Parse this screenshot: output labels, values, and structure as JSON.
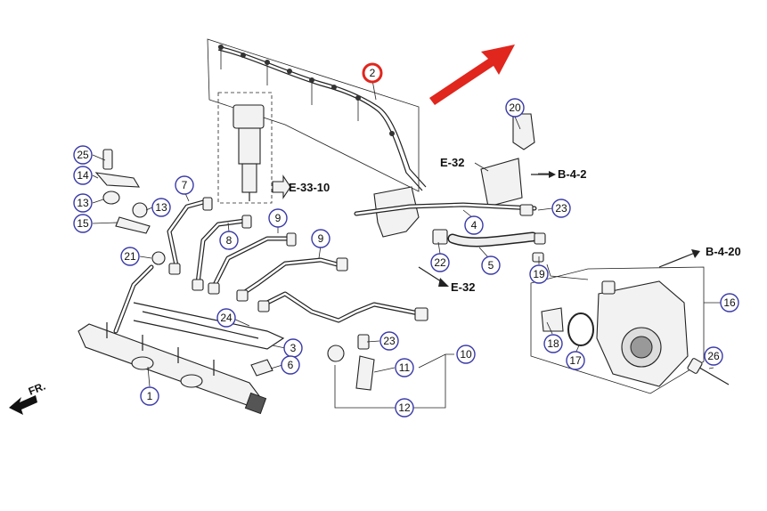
{
  "callouts": {
    "c1": "1",
    "c2": "2",
    "c3": "3",
    "c4": "4",
    "c5": "5",
    "c6": "6",
    "c7": "7",
    "c8": "8",
    "c9a": "9",
    "c9b": "9",
    "c10": "10",
    "c11": "11",
    "c12": "12",
    "c13a": "13",
    "c13b": "13",
    "c14": "14",
    "c15": "15",
    "c16": "16",
    "c17": "17",
    "c18": "18",
    "c19": "19",
    "c20": "20",
    "c21": "21",
    "c22": "22",
    "c23a": "23",
    "c23b": "23",
    "c24": "24",
    "c25": "25",
    "c26": "26"
  },
  "references": {
    "e33_10": "E-33-10",
    "e32_top": "E-32",
    "e32_bottom": "E-32",
    "b4_2": "B-4-2",
    "b4_20": "B-4-20"
  },
  "front_marker": "FR.",
  "highlight_color": "#e0261d",
  "callout_color": "#3a3aa8",
  "highlighted_callout": "2"
}
